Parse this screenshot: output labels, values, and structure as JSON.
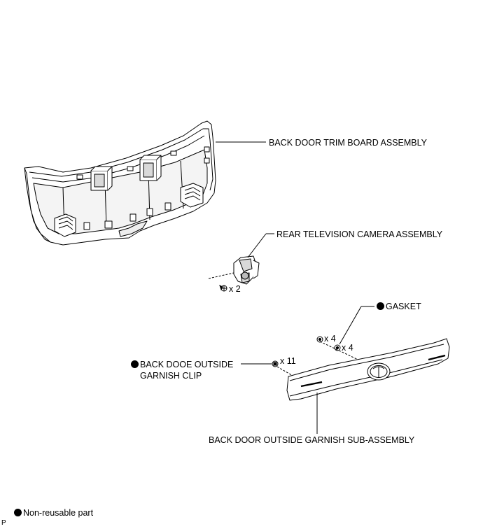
{
  "labels": {
    "trim_board": "BACK DOOR TRIM BOARD ASSEMBLY",
    "camera": "REAR TELEVISION CAMERA ASSEMBLY",
    "gasket": "GASKET",
    "clip_line1": "BACK DOOE OUTSIDE",
    "clip_line2": "GARNISH CLIP",
    "garnish": "BACK DOOR OUTSIDE GARNISH SUB-ASSEMBLY"
  },
  "quantities": {
    "camera_screw": "x 2",
    "nut": "x 4",
    "gasket": "x 4",
    "clip": "x 11"
  },
  "legend": {
    "non_reusable": "Non-reusable part"
  },
  "footer": {
    "code": "P"
  },
  "colors": {
    "line": "#000000",
    "part_fill": "#ffffff",
    "shade": "#d9d9d9"
  }
}
